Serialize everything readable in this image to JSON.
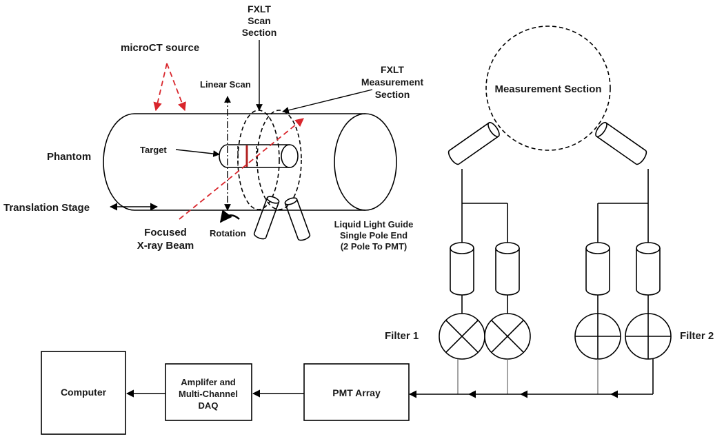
{
  "labels": {
    "microct_source": "microCT source",
    "fxlt_scan_1": "FXLT",
    "fxlt_scan_2": "Scan",
    "fxlt_scan_3": "Section",
    "fxlt_meas_1": "FXLT",
    "fxlt_meas_2": "Measurement",
    "fxlt_meas_3": "Section",
    "linear_scan": "Linear Scan",
    "measurement_section": "Measurement Section",
    "phantom": "Phantom",
    "target": "Target",
    "translation_stage": "Translation Stage",
    "focused_1": "Focused",
    "focused_2": "X-ray Beam",
    "rotation": "Rotation",
    "llg_1": "Liquid Light Guide",
    "llg_2": "Single Pole End",
    "llg_3": "(2 Pole To PMT)",
    "filter1": "Filter 1",
    "filter2": "Filter 2",
    "computer": "Computer",
    "daq_1": "Amplifer and",
    "daq_2": "Multi-Channel",
    "daq_3": "DAQ",
    "pmt_array": "PMT Array"
  },
  "colors": {
    "line": "#000000",
    "beam": "#d9262c",
    "target_mark": "#b22222"
  }
}
